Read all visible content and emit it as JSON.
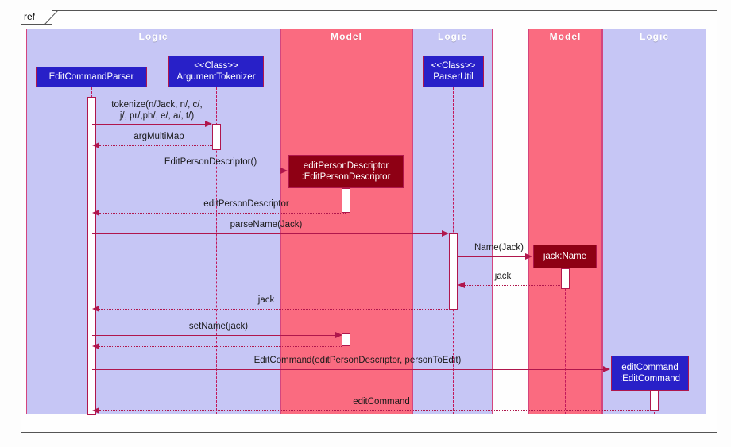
{
  "diagram": {
    "type": "uml-sequence-diagram",
    "frame": {
      "operator": "ref"
    },
    "colors": {
      "logic_band": "#c6c6f5",
      "model_band": "#fa6b80",
      "class_box": "#2820c8",
      "object_box": "#8e0014",
      "line": "#b0164c",
      "lifeline": "#c2185b",
      "band_border": "#d4457e",
      "frame_border": "#555555"
    },
    "bands": [
      {
        "name": "Logic",
        "kind": "logic"
      },
      {
        "name": "Model",
        "kind": "model"
      },
      {
        "name": "Logic",
        "kind": "logic"
      },
      {
        "name": "Model",
        "kind": "model"
      },
      {
        "name": "Logic",
        "kind": "logic"
      }
    ],
    "participants": [
      {
        "id": "editCommandParser",
        "line1": "EditCommandParser",
        "line2": "",
        "style": "blue"
      },
      {
        "id": "argumentTokenizer",
        "line1": "<<Class>>",
        "line2": "ArgumentTokenizer",
        "style": "blue"
      },
      {
        "id": "editPersonDescriptor",
        "line1": "editPersonDescriptor",
        "line2": ":EditPersonDescriptor",
        "style": "dark"
      },
      {
        "id": "parserUtil",
        "line1": "<<Class>>",
        "line2": "ParserUtil",
        "style": "blue"
      },
      {
        "id": "jackName",
        "line1": "jack:Name",
        "line2": "",
        "style": "dark"
      },
      {
        "id": "editCommand",
        "line1": "editCommand",
        "line2": ":EditCommand",
        "style": "blue"
      }
    ],
    "messages": [
      {
        "id": "m1",
        "label_line1": "tokenize(n/Jack, n/, c/,",
        "label_line2": "j/, pr/,ph/, e/, a/, t/)",
        "kind": "call"
      },
      {
        "id": "m2",
        "label_line1": "argMultiMap",
        "label_line2": "",
        "kind": "return"
      },
      {
        "id": "m3",
        "label_line1": "EditPersonDescriptor()",
        "label_line2": "",
        "kind": "create"
      },
      {
        "id": "m4",
        "label_line1": "editPersonDescriptor",
        "label_line2": "",
        "kind": "return"
      },
      {
        "id": "m5",
        "label_line1": "parseName(Jack)",
        "label_line2": "",
        "kind": "call"
      },
      {
        "id": "m6",
        "label_line1": "Name(Jack)",
        "label_line2": "",
        "kind": "create"
      },
      {
        "id": "m7",
        "label_line1": "jack",
        "label_line2": "",
        "kind": "return"
      },
      {
        "id": "m8",
        "label_line1": "jack",
        "label_line2": "",
        "kind": "return"
      },
      {
        "id": "m9",
        "label_line1": "setName(jack)",
        "label_line2": "",
        "kind": "call"
      },
      {
        "id": "m10",
        "label_line1": "",
        "label_line2": "",
        "kind": "return"
      },
      {
        "id": "m11",
        "label_line1": "EditCommand(editPersonDescriptor, personToEdit)",
        "label_line2": "",
        "kind": "create"
      },
      {
        "id": "m12",
        "label_line1": "editCommand",
        "label_line2": "",
        "kind": "return"
      }
    ]
  }
}
